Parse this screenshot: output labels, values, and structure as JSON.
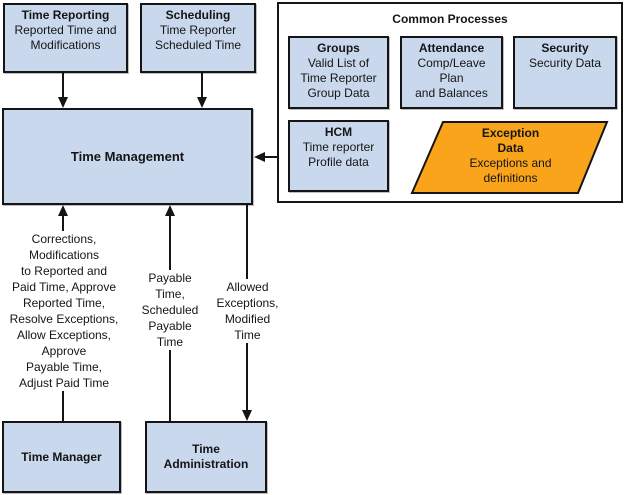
{
  "colors": {
    "node_fill": "#c9d8ec",
    "node_border": "#151515",
    "exception_fill": "#f9a41b",
    "background": "#ffffff",
    "text": "#151515"
  },
  "nodes": {
    "time_reporting": {
      "title": "Time Reporting",
      "body": "Reported Time and\nModifications"
    },
    "scheduling": {
      "title": "Scheduling",
      "body": "Time Reporter\nScheduled Time"
    },
    "time_management": {
      "title": "Time Management"
    },
    "time_manager": {
      "title": "Time Manager"
    },
    "time_administration": {
      "title": "Time\nAdministration"
    },
    "common_processes": {
      "title": "Common Processes",
      "groups": {
        "title": "Groups",
        "body": "Valid List of\nTime Reporter\nGroup Data"
      },
      "attendance": {
        "title": "Attendance",
        "body": "Comp/Leave\nPlan\nand Balances"
      },
      "security": {
        "title": "Security",
        "body": "Security Data"
      },
      "hcm": {
        "title": "HCM",
        "body": "Time reporter\nProfile data"
      },
      "exception_data": {
        "title": "Exception\nData",
        "body": "Exceptions and\ndefinitions"
      }
    }
  },
  "edge_labels": {
    "manager_to_management": "Corrections,\nModifications\nto Reported and\nPaid Time, Approve\nReported Time,\nResolve Exceptions,\nAllow Exceptions,\nApprove\nPayable Time,\nAdjust Paid Time",
    "administration_to_management": "Payable\nTime,\nScheduled\nPayable\nTime",
    "management_to_administration": "Allowed\nExceptions,\nModified\nTime"
  }
}
